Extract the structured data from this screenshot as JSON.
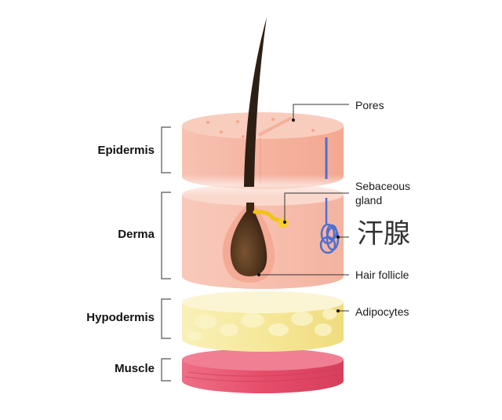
{
  "diagram": {
    "type": "skin-layers-cross-section",
    "layers": [
      {
        "id": "epidermis",
        "label": "Epidermis",
        "color": "#f6b8a6"
      },
      {
        "id": "derma",
        "label": "Derma",
        "color": "#f7c1b1"
      },
      {
        "id": "hypodermis",
        "label": "Hypodermis",
        "color": "#f6e89c"
      },
      {
        "id": "muscle",
        "label": "Muscle",
        "color": "#e84a6a"
      }
    ],
    "callouts": [
      {
        "id": "pores",
        "label": "Pores"
      },
      {
        "id": "sebaceous",
        "label": "Sebaceous\ngland",
        "line1": "Sebaceous",
        "line2": "gland"
      },
      {
        "id": "sweat-gland",
        "label": "汗腺"
      },
      {
        "id": "hair-follicle",
        "label": "Hair follicle"
      },
      {
        "id": "adipocytes",
        "label": "Adipocytes"
      }
    ],
    "colors": {
      "hair": "#2e1f14",
      "follicle_bulb": "#5a3a1e",
      "sebaceous": "#f2c316",
      "sweat_gland": "#4f6fd0",
      "leader_line": "#333333",
      "bracket": "#555555"
    }
  }
}
